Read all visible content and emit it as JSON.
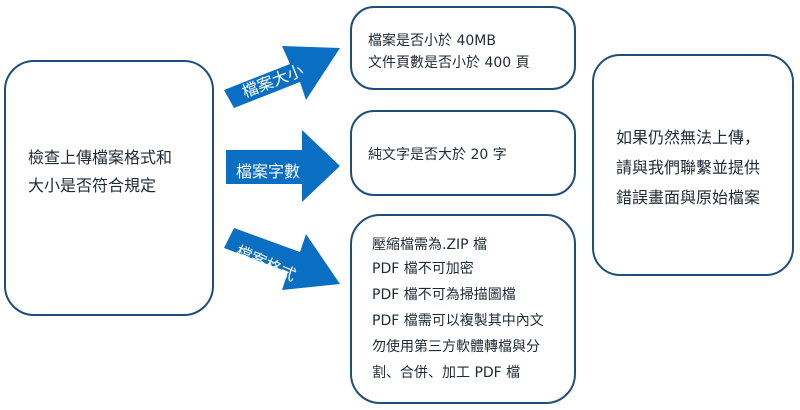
{
  "left_box": {
    "lines": [
      "檢查上傳檔案格式和",
      "大小是否符合規定"
    ]
  },
  "arrows": [
    {
      "label": "檔案大小"
    },
    {
      "label": "檔案字數"
    },
    {
      "label": "檔案格式"
    }
  ],
  "top_box": {
    "lines": [
      "檔案是否小於 40MB",
      "文件頁數是否小於 400 頁"
    ]
  },
  "mid_box": {
    "lines": [
      "純文字是否大於 20 字"
    ]
  },
  "bottom_box": {
    "lines": [
      "壓縮檔需為.ZIP 檔",
      "PDF 檔不可加密",
      "PDF 檔不可為掃描圖檔",
      "PDF 檔需可以複製其中內文",
      "勿使用第三方軟體轉檔與分",
      "割、合併、加工 PDF 檔"
    ]
  },
  "right_box": {
    "lines": [
      "如果仍然無法上傳，",
      "請與我們聯繫並提供",
      "錯誤畫面與原始檔案"
    ]
  },
  "colors": {
    "arrow_fill": "#0a6fc2",
    "box_border": "#1f4e79"
  }
}
